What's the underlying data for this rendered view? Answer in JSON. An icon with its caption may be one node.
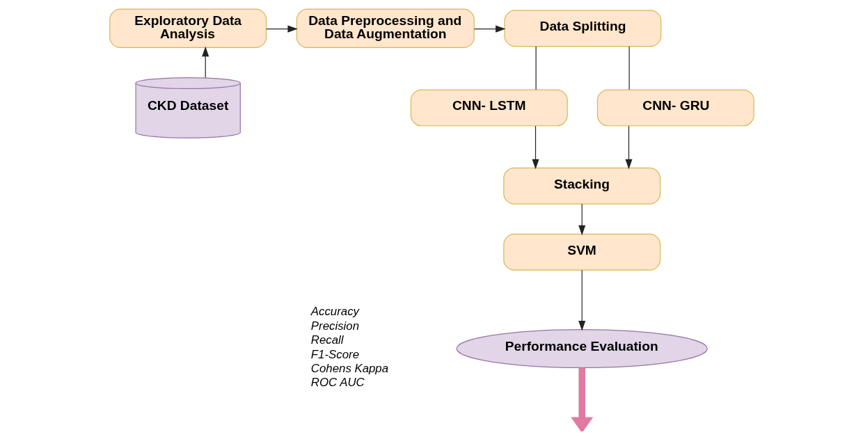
{
  "diagram": {
    "nodes": [
      {
        "text": [
          "Exploratory Data Analysis"
        ]
      },
      {
        "text": [
          "Data Preprocessing and Data Augmentation"
        ]
      },
      {
        "text": [
          "Data Splitting"
        ]
      },
      {
        "text": [
          "CKD Dataset"
        ]
      },
      {
        "text": [
          "CNN- LSTM"
        ]
      },
      {
        "text": [
          "CNN- GRU"
        ]
      },
      {
        "text": [
          "Stacking"
        ]
      },
      {
        "text": [
          "SVM"
        ]
      },
      {
        "text": [
          "Performance Evaluation"
        ],
        "beside": [
          "Accuracy",
          "Precision",
          "Recall",
          "F1-Score",
          "Cohens Kappa",
          "ROC AUC"
        ]
      }
    ],
    "edges": [
      {
        "from": 3,
        "to": 0,
        "arrow": "to"
      },
      {
        "from": 0,
        "to": 1,
        "arrow": "to"
      },
      {
        "from": 1,
        "to": 2,
        "arrow": "to"
      },
      {
        "from": 2,
        "to": 4,
        "arrow": "none"
      },
      {
        "from": 2,
        "to": 5,
        "arrow": "none"
      },
      {
        "from": 4,
        "to": 6,
        "arrow": "to"
      },
      {
        "from": 5,
        "to": 6,
        "arrow": "to"
      },
      {
        "from": 6,
        "to": 7,
        "arrow": "to"
      },
      {
        "from": 7,
        "to": 8,
        "arrow": "to"
      },
      {
        "from": 8,
        "to": null,
        "arrow": "to",
        "style": "thick",
        "color": "#e07aa0"
      }
    ]
  }
}
